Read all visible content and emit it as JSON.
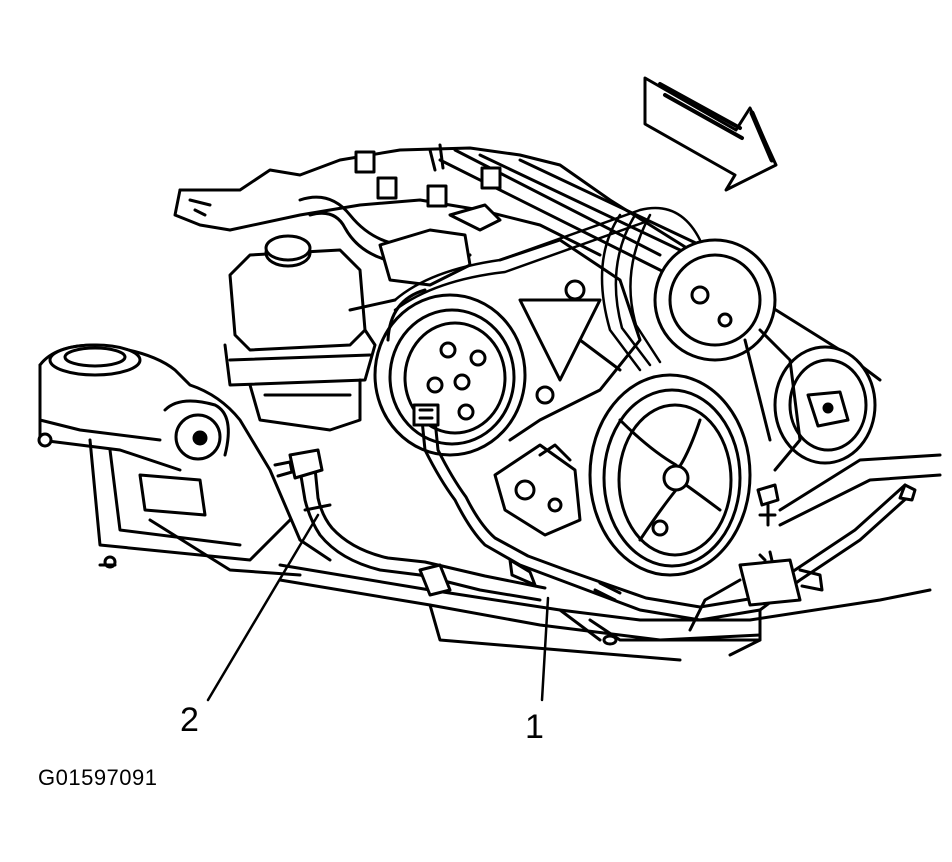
{
  "figure_id": "G01597091",
  "callouts": [
    {
      "label": "1"
    },
    {
      "label": "2"
    }
  ],
  "colors": {
    "line": "#000000",
    "background": "#ffffff"
  }
}
